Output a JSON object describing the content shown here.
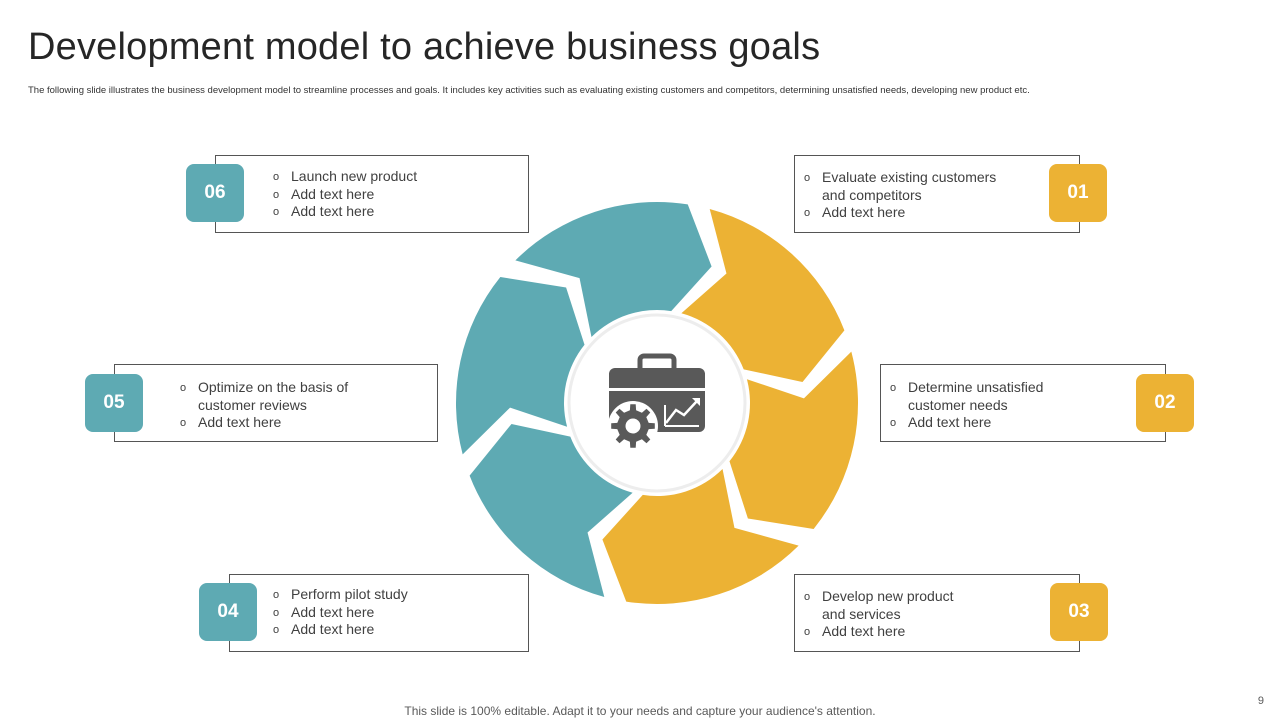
{
  "slide": {
    "title": "Development model to achieve business goals",
    "subtitle": "The following slide illustrates the business development model to streamline processes and goals. It includes key activities such as evaluating existing customers and competitors, determining unsatisfied needs, developing new product etc.",
    "footer": "This slide is 100% editable. Adapt it to your needs and capture your audience's attention.",
    "page_number": "9"
  },
  "colors": {
    "teal": "#5eaab3",
    "gold": "#ecb234",
    "icon": "#595959"
  },
  "center_icon": "briefcase-gear-chart-icon",
  "steps": [
    {
      "number": "01",
      "bullets": [
        "Evaluate existing customers",
        "and competitors",
        "Add text here"
      ],
      "bullet_marks": [
        true,
        false,
        true
      ]
    },
    {
      "number": "02",
      "bullets": [
        "Determine unsatisfied",
        "customer needs",
        "Add text here"
      ],
      "bullet_marks": [
        true,
        false,
        true
      ]
    },
    {
      "number": "03",
      "bullets": [
        "Develop new product",
        "and services",
        "Add text here"
      ],
      "bullet_marks": [
        true,
        false,
        true
      ]
    },
    {
      "number": "04",
      "bullets": [
        "Perform pilot study",
        "Add text here",
        "Add text here"
      ],
      "bullet_marks": [
        true,
        true,
        true
      ]
    },
    {
      "number": "05",
      "bullets": [
        "Optimize on the basis of",
        "customer reviews",
        "Add text here"
      ],
      "bullet_marks": [
        true,
        false,
        true
      ]
    },
    {
      "number": "06",
      "bullets": [
        "Launch new product",
        "Add text here",
        "Add text here"
      ],
      "bullet_marks": [
        true,
        true,
        true
      ]
    }
  ]
}
